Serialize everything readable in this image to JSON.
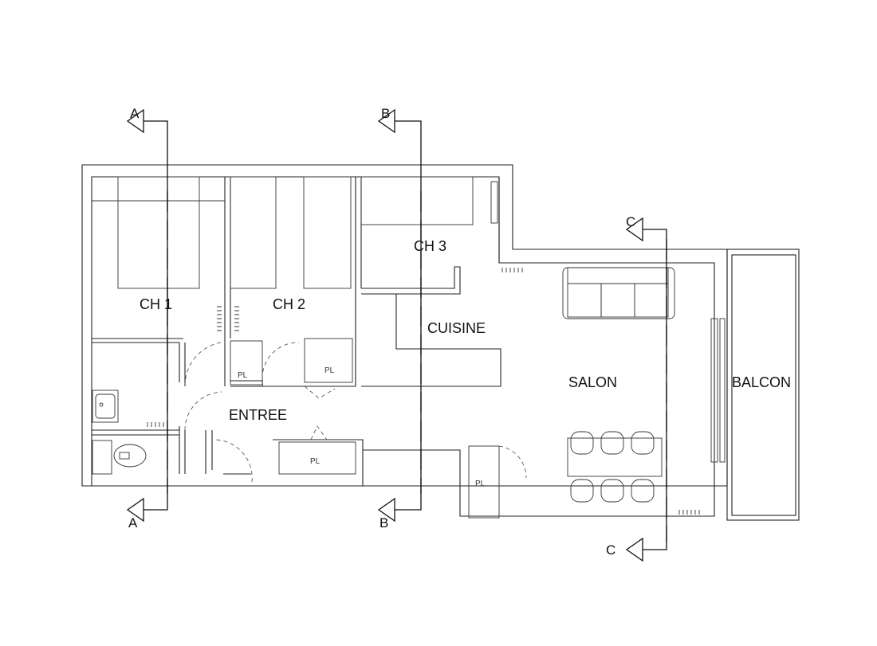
{
  "plan": {
    "rooms": {
      "ch1": "CH 1",
      "ch2": "CH 2",
      "ch3": "CH 3",
      "cuisine": "CUISINE",
      "salon": "SALON",
      "balcon": "BALCON",
      "entree": "ENTREE"
    },
    "closets": {
      "pl1": "PL",
      "pl2": "PL",
      "pl3": "PL",
      "pl4": "PL"
    },
    "sections": {
      "a_top": "A",
      "a_bottom": "A",
      "b_top": "B",
      "b_bottom": "B",
      "c_top": "C",
      "c_bottom": "C"
    }
  }
}
